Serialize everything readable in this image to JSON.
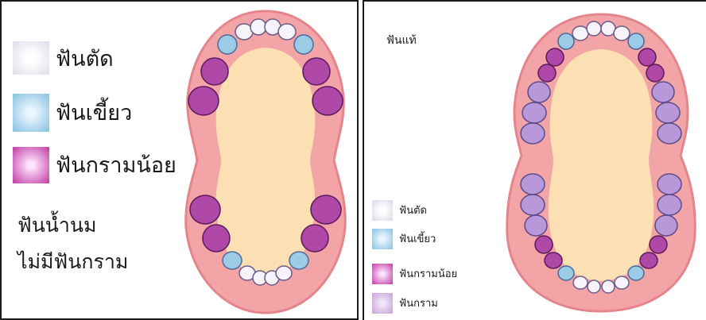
{
  "left_panel": {
    "legend": [
      {
        "label": "ฟันตัด",
        "color": "#e8e4f0"
      },
      {
        "label": "ฟันเขี้ยว",
        "color": "#8cc4e4"
      },
      {
        "label": "ฟันกรามน้อย",
        "color": "#c040a8"
      }
    ],
    "note_line1": "ฟันน้ำนม",
    "note_line2": "ไม่มีฟันกราม"
  },
  "right_panel": {
    "title": "ฟันแท้",
    "legend": [
      {
        "label": "ฟันตัด",
        "color": "#e6e2ee"
      },
      {
        "label": "ฟันเขี้ยว",
        "color": "#8cc4e4"
      },
      {
        "label": "ฟันกรามน้อย",
        "color": "#c040a8"
      },
      {
        "label": "ฟันกราม",
        "color": "#c8a0d8"
      }
    ]
  },
  "colors": {
    "gum": "#f3a4a6",
    "gum_edge": "#e88890",
    "palate": "#fce0b4",
    "incisor": "#f4f2f8",
    "canine": "#9ccbe8",
    "premolar": "#b048a8",
    "molar": "#b898d8"
  }
}
